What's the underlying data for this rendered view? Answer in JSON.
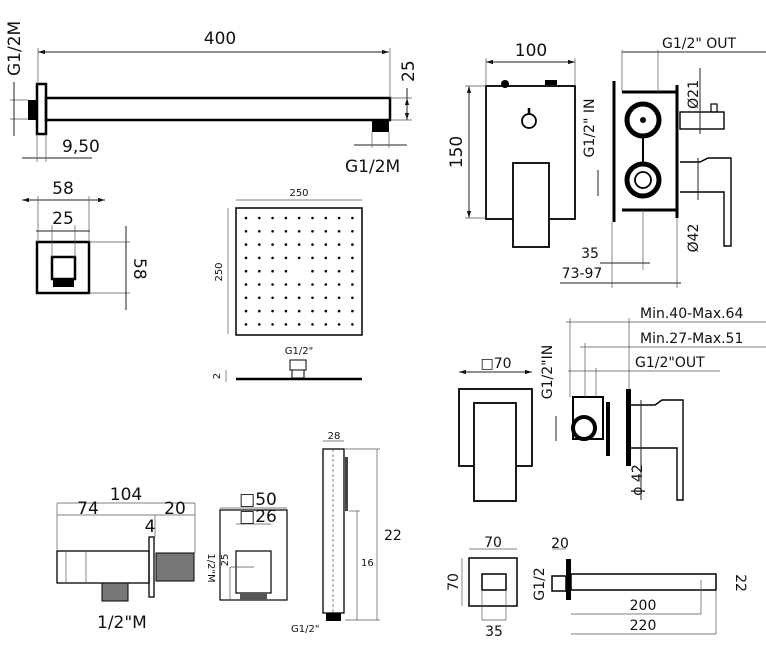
{
  "shower_arm": {
    "length": "400",
    "height": "25",
    "wall_thread": "G1/2M",
    "outlet_thread": "G1/2M",
    "flange_thickness": "9,50"
  },
  "arm_flange": {
    "outer": "58",
    "inner": "25",
    "height": "58"
  },
  "shower_head": {
    "width": "250",
    "depth": "250",
    "thickness": "2",
    "connection": "G1/2\""
  },
  "diverter_mixer": {
    "plate_width": "100",
    "plate_height": "150",
    "outlet": "G1/2\" OUT",
    "inlet": "G1/2\" IN",
    "diameter_top": "Ø21",
    "diameter_bottom": "Ø42",
    "depth_35": "35",
    "depth_range": "73-97"
  },
  "single_mixer": {
    "plate": "□70",
    "inlet": "G1/2\"IN",
    "range_1": "Min.40-Max.64",
    "range_2": "Min.27-Max.51",
    "outlet": "G1/2\"OUT",
    "diameter": "ϕ 42"
  },
  "wall_outlet": {
    "total": "104",
    "body": "74",
    "thread_len": "20",
    "plate": "4",
    "side_thread": "1/2\"M",
    "bottom_thread": "1/2\"M",
    "square_outer": "□50",
    "square_inner": "□26",
    "height": "25"
  },
  "hand_shower": {
    "width": "28",
    "length": "22",
    "spray_offset": "16",
    "connection": "G1/2\""
  },
  "spout": {
    "plate_w": "70",
    "plate_h": "70",
    "inner": "35",
    "thread": "G1/2",
    "flange": "20",
    "diameter": "22",
    "length_200": "200",
    "length_220": "220"
  }
}
